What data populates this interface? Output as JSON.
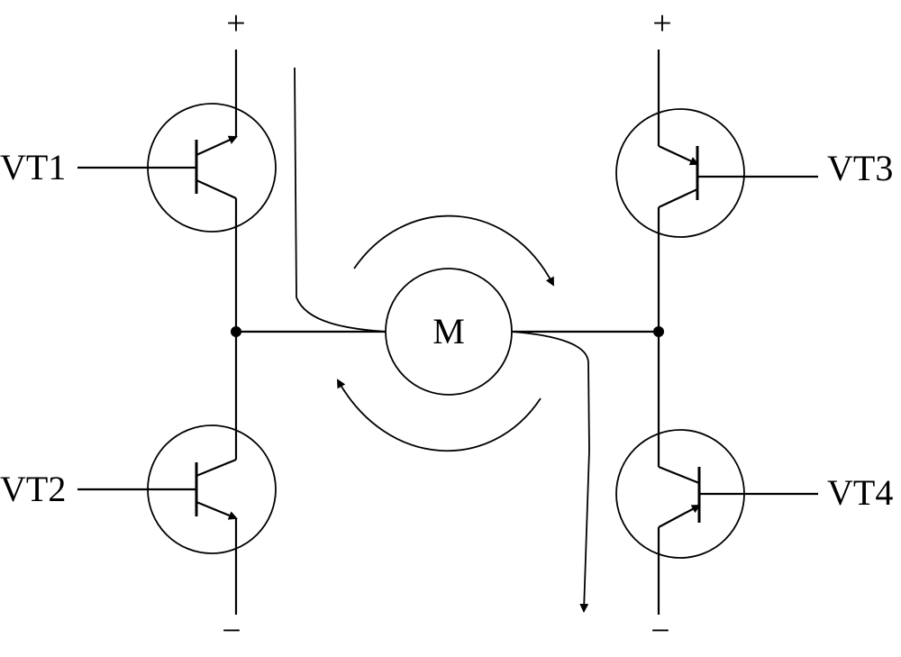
{
  "labels": {
    "vt1": "VT1",
    "vt2": "VT2",
    "vt3": "VT3",
    "vt4": "VT4",
    "motor": "M",
    "plus_left": "+",
    "plus_right": "+",
    "minus_left": "−",
    "minus_right": "−"
  },
  "colors": {
    "line": "#000000",
    "background": "#ffffff"
  }
}
